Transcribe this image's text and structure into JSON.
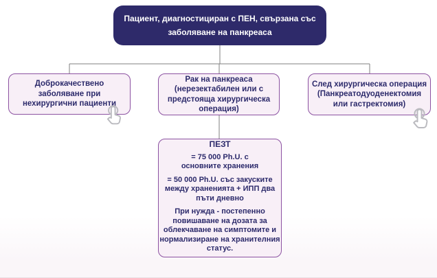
{
  "page": {
    "background_top": "#ffffff",
    "background_bottom": "#faf6f9"
  },
  "flowchart": {
    "root": {
      "label": "Пациент, диагностициран с ПЕН, свързана със\nзаболяване на панкреаса",
      "bg_color": "#2e2a6a",
      "text_color": "#ffffff"
    },
    "branches": [
      {
        "id": "benign-nonsurgical",
        "label": "Доброкачествено\nзаболяване при\nнехирургични пациенти",
        "has_tap_icon": true
      },
      {
        "id": "pancreatic-cancer",
        "label": "Рак на панкреаса\n(нерезектабилен или с\nпредстояща хирургическа\nоперация)",
        "has_tap_icon": false
      },
      {
        "id": "post-surgery",
        "label": "След хирургическа операция\n(Панкреатодуоденектомия\nили гастректомия)",
        "has_tap_icon": true
      }
    ],
    "detail": {
      "title": "ПЕЗТ",
      "paragraphs": [
        "= 75 000 Ph.U. с\nосновните хранения",
        "= 50 000 Ph.U. със закуските\nмежду храненията + ИПП два\nпъти дневно",
        "При нужда - постепенно\nповишаване на дозата за\nоблекчаване на симптомите и\nнормализиране на хранителния\nстатус."
      ]
    },
    "styles": {
      "branch_bg": "#f8eff7",
      "branch_border": "#8b51a1",
      "branch_text": "#2c2a6b",
      "connector_color": "#7f7f7f",
      "tap_icon_color": "#bababf"
    },
    "icons": [
      {
        "name": "tap-hand-icon",
        "glyph": "pointing-hand-with-ripple"
      }
    ]
  }
}
